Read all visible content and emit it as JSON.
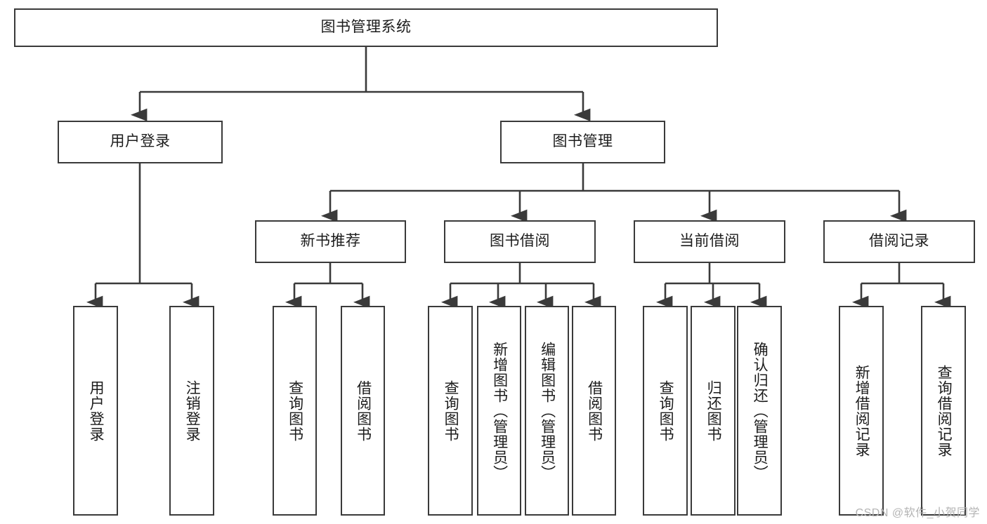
{
  "diagram": {
    "title": "图书管理系统",
    "colors": {
      "stroke": "#3a3a3a",
      "fill": "#ffffff",
      "text": "#1c1c1c",
      "watermark": "#b4b4b4"
    },
    "root": {
      "label": "图书管理系统"
    },
    "branches": [
      {
        "label": "用户登录"
      },
      {
        "label": "图书管理"
      }
    ],
    "sections": [
      {
        "label": "新书推荐"
      },
      {
        "label": "图书借阅"
      },
      {
        "label": "当前借阅"
      },
      {
        "label": "借阅记录"
      }
    ],
    "leaves": {
      "user_login": [
        {
          "label": "用户登录"
        },
        {
          "label": "注销登录"
        }
      ],
      "new_book_recommend": [
        {
          "label": "查询图书"
        },
        {
          "label": "借阅图书"
        }
      ],
      "book_borrow": [
        {
          "label": "查询图书"
        },
        {
          "label": "新增图书（管理员）"
        },
        {
          "label": "编辑图书（管理员）"
        },
        {
          "label": "借阅图书"
        }
      ],
      "current_borrow": [
        {
          "label": "查询图书"
        },
        {
          "label": "归还图书"
        },
        {
          "label": "确认归还（管理员）"
        }
      ],
      "borrow_record": [
        {
          "label": "新增借阅记录"
        },
        {
          "label": "查询借阅记录"
        }
      ]
    }
  },
  "watermark": {
    "text": "CSDN @软件_小贺同学"
  }
}
